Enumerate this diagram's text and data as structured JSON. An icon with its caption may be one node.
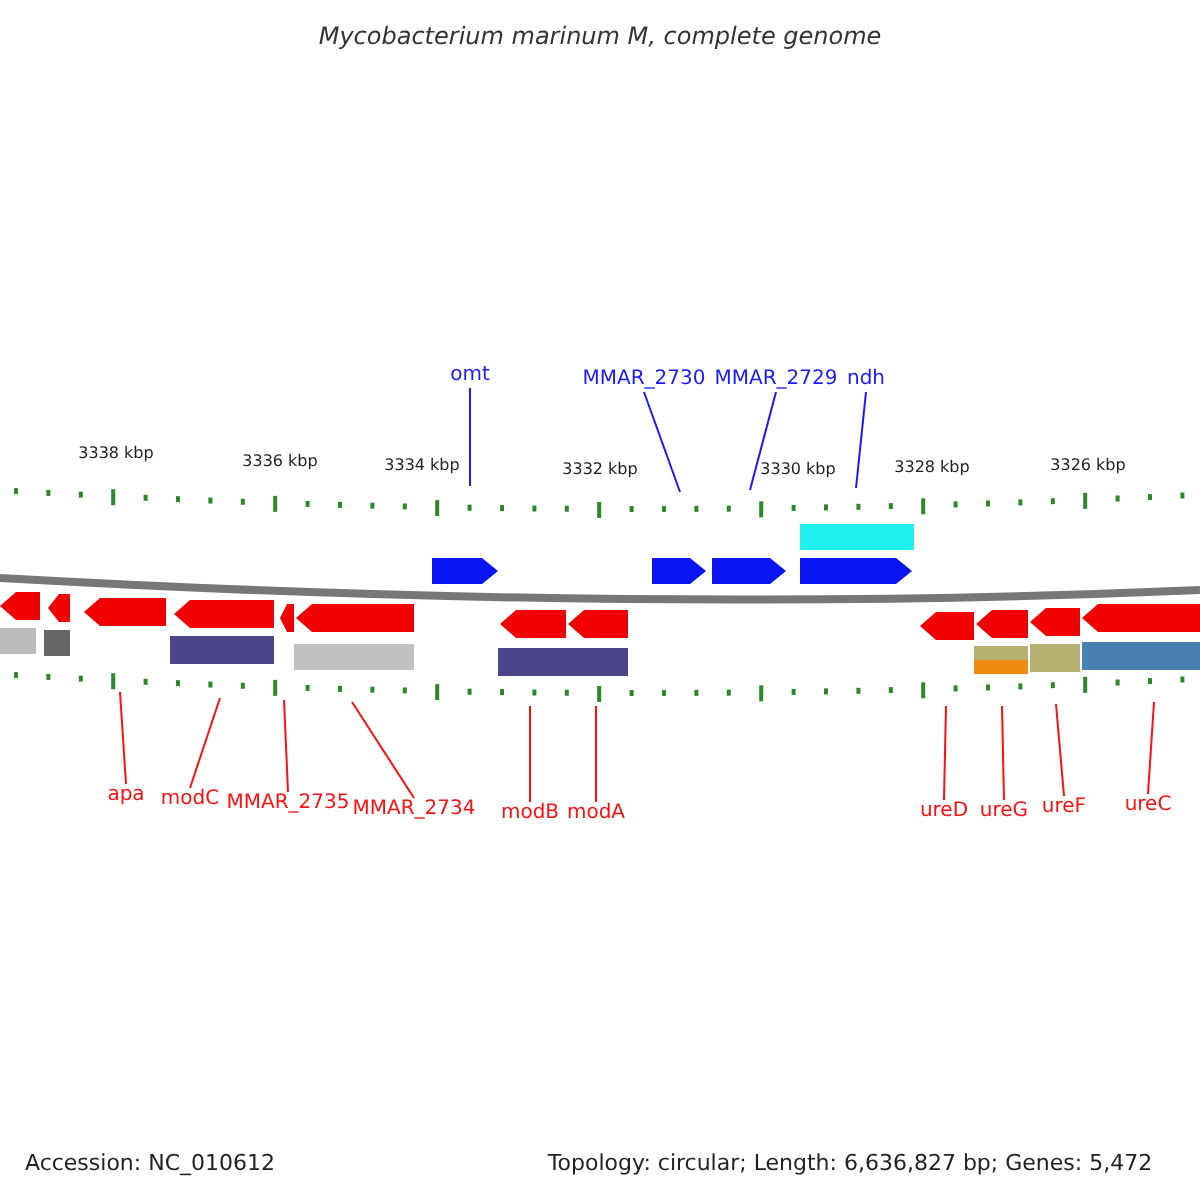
{
  "diagram": {
    "title": "Mycobacterium marinum M, complete genome",
    "nodes": [
      {
        "text": [
          "omt"
        ]
      },
      {
        "text": [
          "MMAR_2730"
        ]
      },
      {
        "text": [
          "MMAR_2729"
        ]
      },
      {
        "text": [
          "ndh"
        ]
      },
      {
        "text": [
          "apa"
        ]
      },
      {
        "text": [
          "modC"
        ]
      },
      {
        "text": [
          "MMAR_2735"
        ]
      },
      {
        "text": [
          "MMAR_2734"
        ]
      },
      {
        "text": [
          "modB"
        ]
      },
      {
        "text": [
          "modA"
        ]
      },
      {
        "text": [
          "ureD"
        ]
      },
      {
        "text": [
          "ureG"
        ]
      },
      {
        "text": [
          "ureF"
        ]
      },
      {
        "text": [
          "ureC"
        ]
      }
    ],
    "edges": [
      {
        "from": 0,
        "to": null,
        "arrow": "none",
        "color": "#1a1aff"
      },
      {
        "from": 1,
        "to": null,
        "arrow": "none",
        "color": "#1a1aff"
      },
      {
        "from": 2,
        "to": null,
        "arrow": "none",
        "color": "#1a1aff"
      },
      {
        "from": 3,
        "to": null,
        "arrow": "none",
        "color": "#1a1aff"
      },
      {
        "from": 4,
        "to": null,
        "arrow": "none"
      },
      {
        "from": 5,
        "to": null,
        "arrow": "none"
      },
      {
        "from": 6,
        "to": null,
        "arrow": "none"
      },
      {
        "from": 7,
        "to": null,
        "arrow": "none"
      },
      {
        "from": 8,
        "to": null,
        "arrow": "none"
      },
      {
        "from": 9,
        "to": null,
        "arrow": "none"
      },
      {
        "from": 10,
        "to": null,
        "arrow": "none"
      },
      {
        "from": 11,
        "to": null,
        "arrow": "none"
      },
      {
        "from": 12,
        "to": null,
        "arrow": "none"
      },
      {
        "from": 13,
        "to": null,
        "arrow": "none"
      }
    ],
    "labels": [
      "3338 kbp",
      "3336 kbp",
      "3334 kbp",
      "3332 kbp",
      "3330 kbp",
      "3328 kbp",
      "3326 kbp",
      "Accession: NC_010612",
      "Topology: circular; Length: 6,636,827 bp; Genes: 5,472"
    ]
  }
}
